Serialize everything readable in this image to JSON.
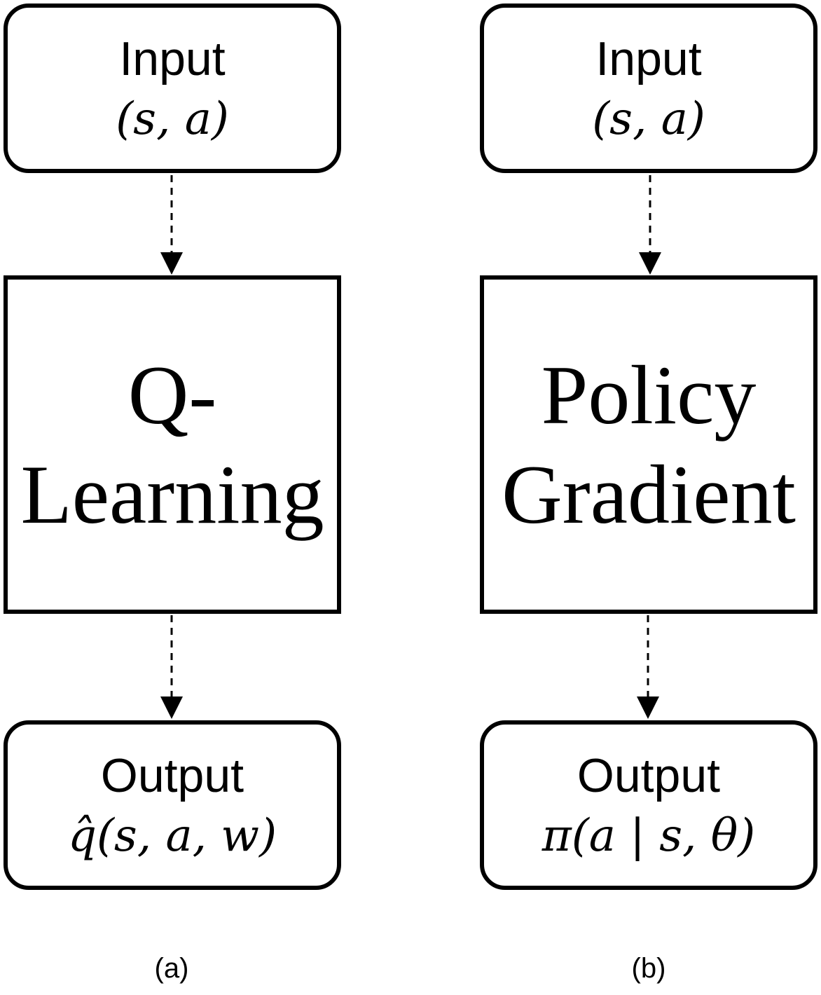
{
  "panel_a": {
    "input": {
      "label": "Input",
      "math": "(s, a)"
    },
    "method": {
      "line1": "Q-",
      "line2": "Learning"
    },
    "output": {
      "label": "Output",
      "math": "q̂(s, a, w)"
    },
    "caption": "(a)"
  },
  "panel_b": {
    "input": {
      "label": "Input",
      "math": "(s, a)"
    },
    "method": {
      "line1": "Policy",
      "line2": "Gradient"
    },
    "output": {
      "label": "Output",
      "math": "π(a | s, θ)"
    },
    "caption": "(b)"
  }
}
